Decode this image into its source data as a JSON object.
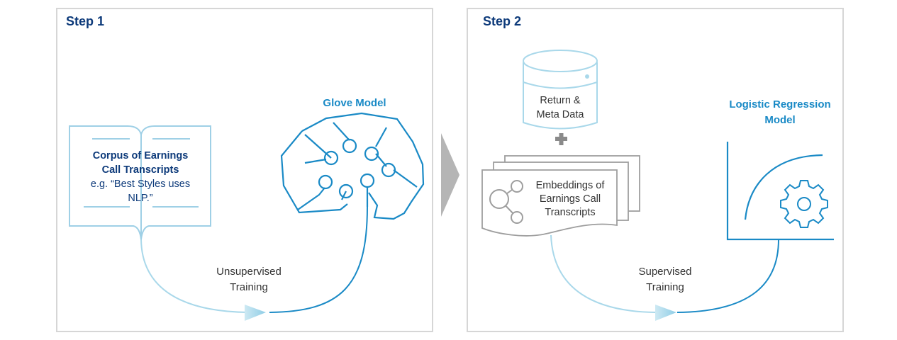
{
  "step1": {
    "title": "Step 1",
    "corpus_title_line1": "Corpus of Earnings",
    "corpus_title_line2": "Call Transcripts",
    "corpus_example_line1": "e.g. “Best Styles uses",
    "corpus_example_line2": "NLP.”",
    "model_label": "Glove Model",
    "training_line1": "Unsupervised",
    "training_line2": "Training"
  },
  "step2": {
    "title": "Step 2",
    "database_line1": "Return &",
    "database_line2": "Meta Data",
    "embeddings_line1": "Embeddings of",
    "embeddings_line2": "Earnings Call",
    "embeddings_line3": "Transcripts",
    "model_line1": "Logistic Regression",
    "model_line2": "Model",
    "training_line1": "Supervised",
    "training_line2": "Training"
  },
  "colors": {
    "navy": "#0d3a7a",
    "blue": "#1a8ac6",
    "light_blue": "#a9d8ea",
    "gray": "#9e9e9e",
    "border": "#d6d6d6"
  }
}
